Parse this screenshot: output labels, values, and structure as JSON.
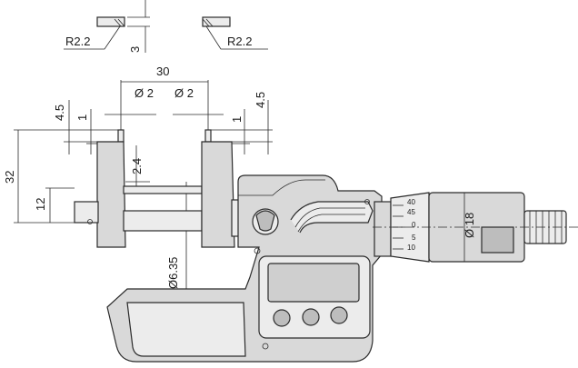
{
  "diagram": {
    "dimensions": {
      "r_left": "R2.2",
      "r_right": "R2.2",
      "three": "3",
      "thirty": "30",
      "dia2_left": "Ø 2",
      "dia2_right": "Ø 2",
      "h45_left": "4.5",
      "h45_right": "4.5",
      "one_left": "1",
      "one_right": "1",
      "height32": "32",
      "two_four": "2.4",
      "twelve": "12",
      "dia635": "Ø6.35",
      "dia18": "Ø 18"
    },
    "thimble_scale": [
      "40",
      "45",
      "0",
      "5",
      "10"
    ]
  }
}
